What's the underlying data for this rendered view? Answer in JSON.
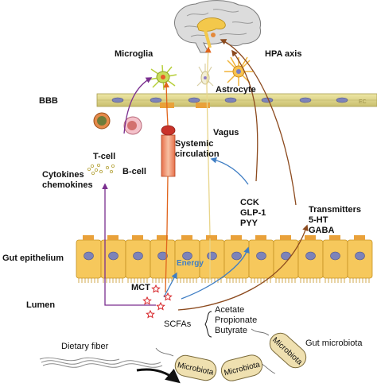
{
  "labels": {
    "microglia": "Microglia",
    "hpa_axis": "HPA axis",
    "astrocyte": "Astrocyte",
    "bbb": "BBB",
    "ec": "EC",
    "t_cell": "T-cell",
    "b_cell": "B-cell",
    "cytokines": "Cytokines",
    "chemokines": "chemokines",
    "systemic": "Systemic",
    "circulation": "circulation",
    "vagus": "Vagus",
    "cck": "CCK",
    "glp1": "GLP-1",
    "pyy": "PYY",
    "transmitters": "Transmitters",
    "serotonin": "5-HT",
    "gaba": "GABA",
    "gut_epithelium": "Gut epithelium",
    "energy": "Energy",
    "mct": "MCT",
    "lumen": "Lumen",
    "scfas": "SCFAs",
    "acetate": "Acetate",
    "propionate": "Propionate",
    "butyrate": "Butyrate",
    "dietary_fiber": "Dietary fiber",
    "gut_microbiota": "Gut microbiota",
    "microbiota": "Microbiota"
  },
  "colors": {
    "purple_path": "#7a2e8f",
    "orange_path": "#e0641c",
    "brown_path": "#8c4a1e",
    "blue_path": "#3f7ec4",
    "vagus_path": "#e8d58a",
    "epithelium": "#f6c85c",
    "nucleus": "#7d83b9",
    "bbb_band": "#d8cf85",
    "bacteria": "#efe0b0",
    "scfa_star": "#d7262a"
  }
}
